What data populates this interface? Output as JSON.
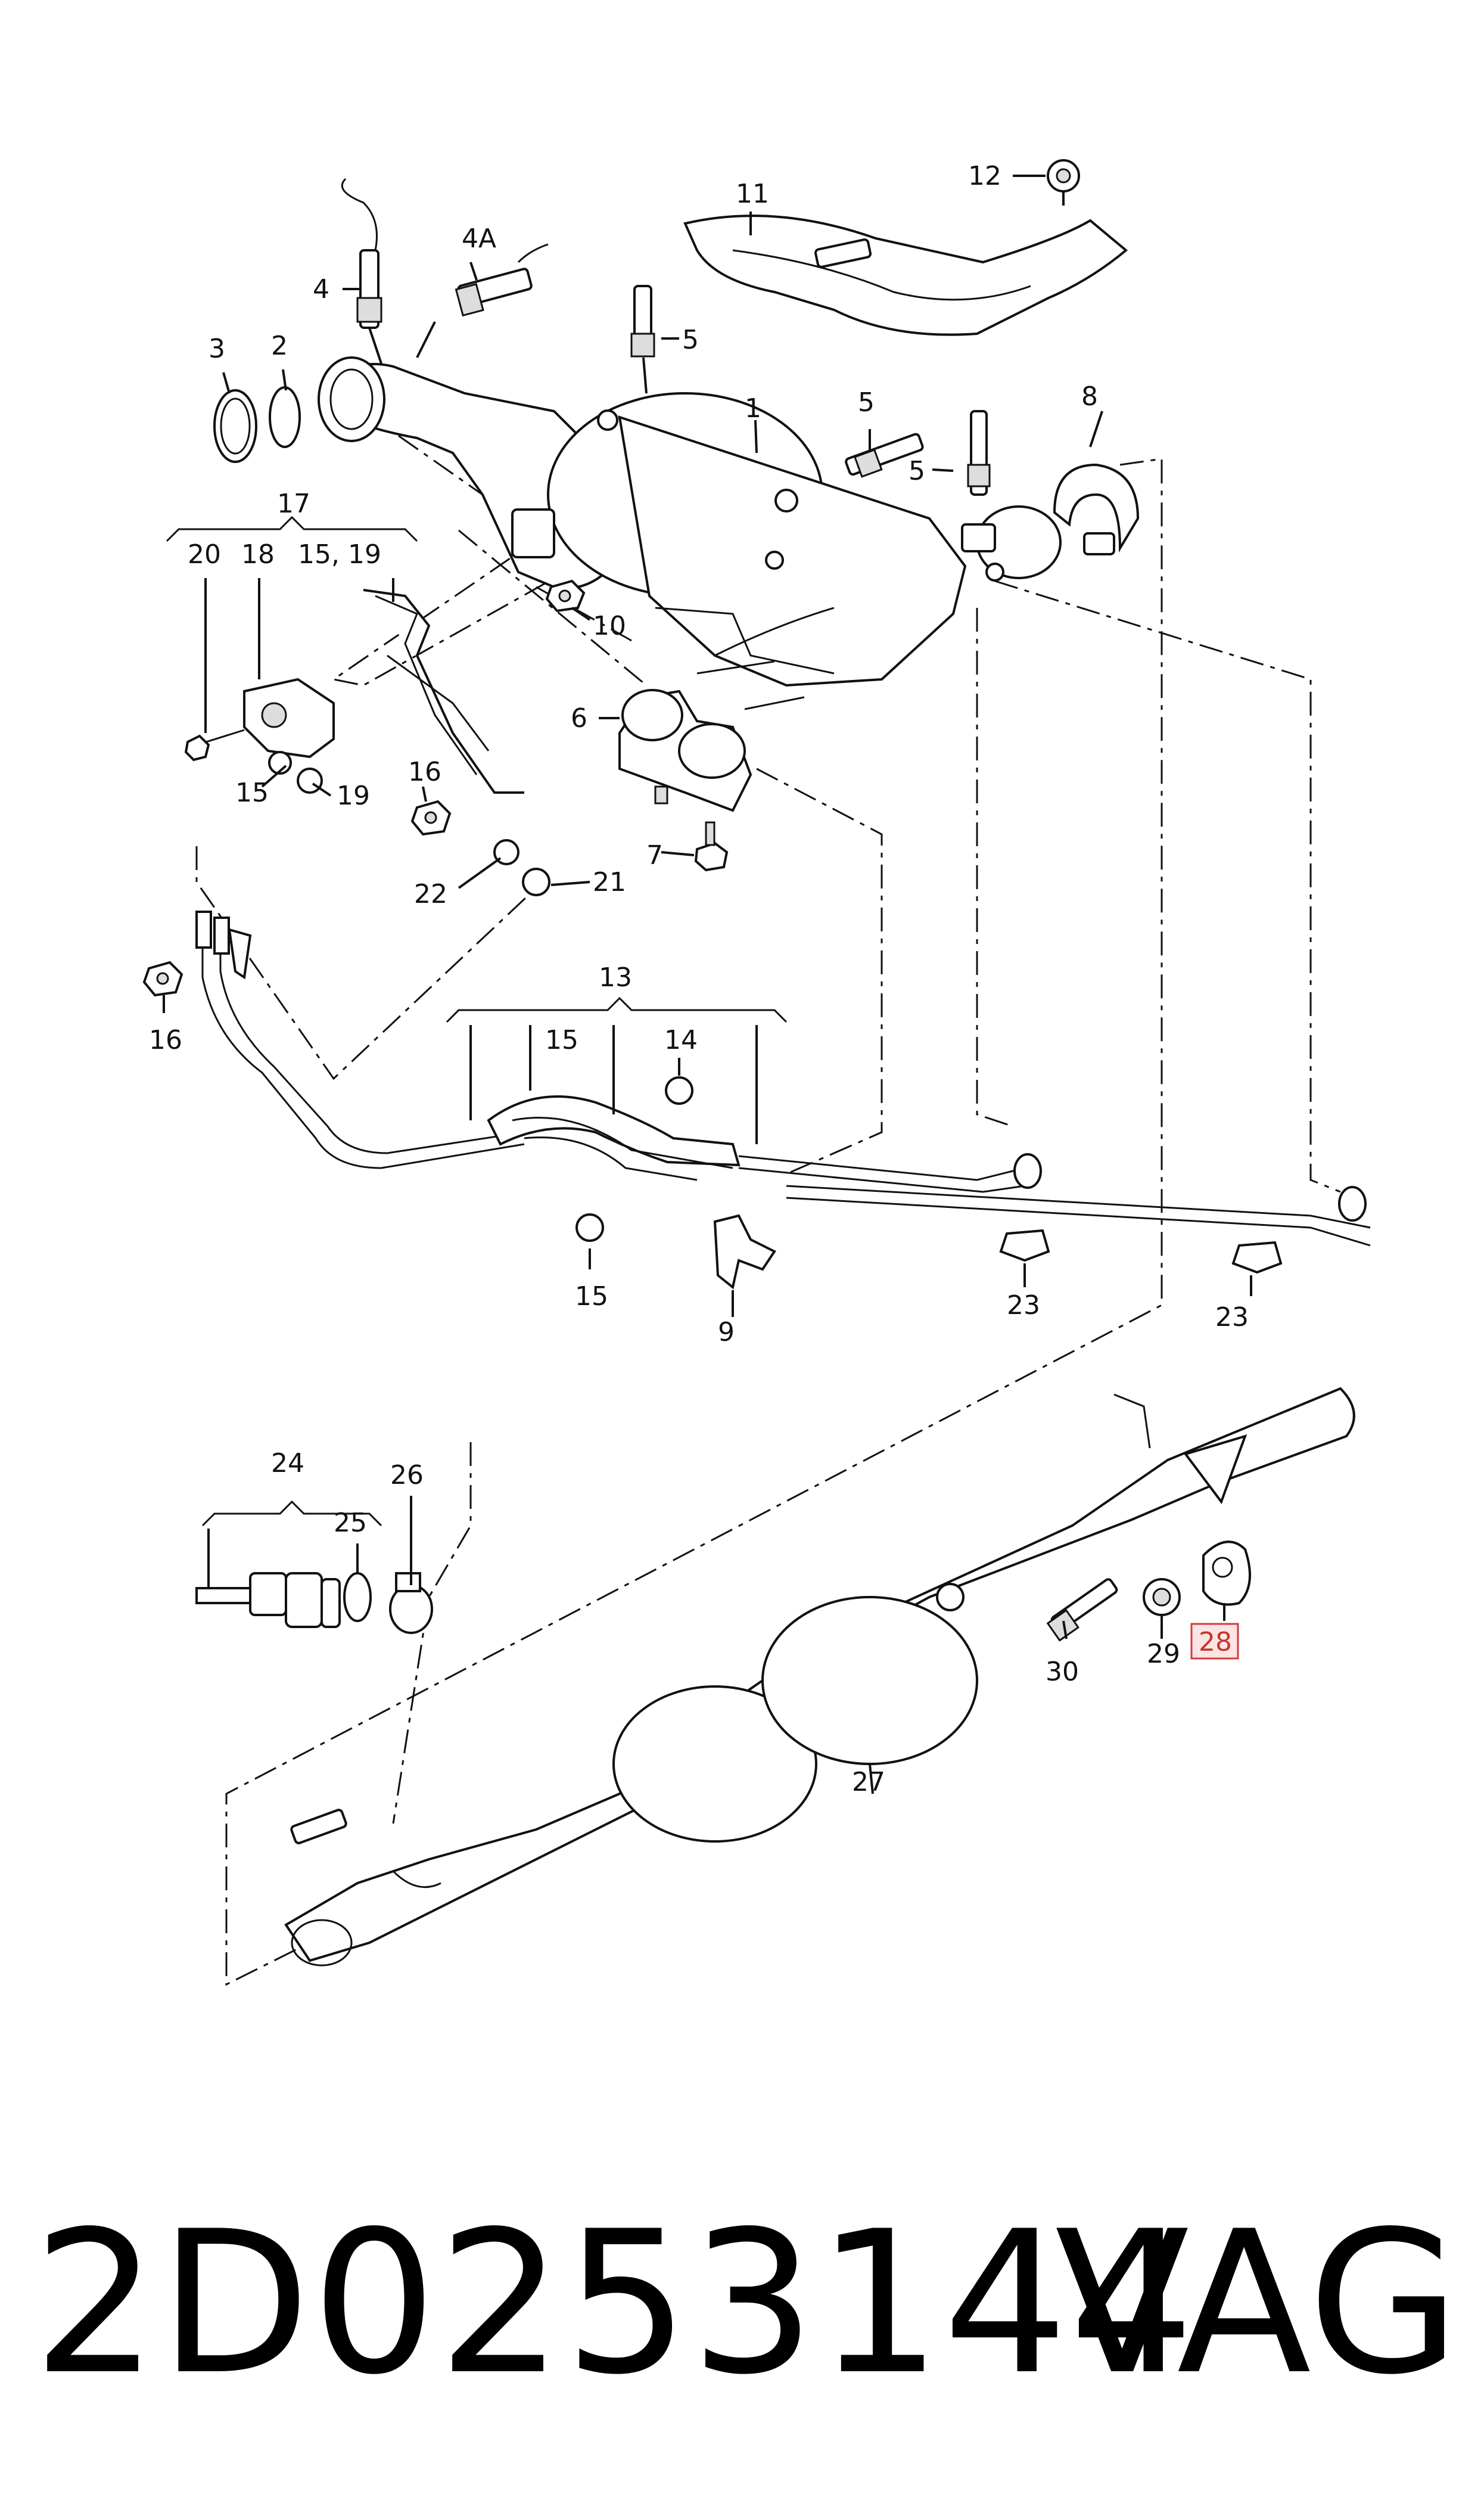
{
  "labels": {
    "l1": "1",
    "l2": "2",
    "l3": "3",
    "l4": "4",
    "l4a": "4A",
    "l5a": "5",
    "l5b": "5",
    "l5c": "5",
    "l6": "6",
    "l7": "7",
    "l8": "8",
    "l9": "9",
    "l10": "10",
    "l11": "11",
    "l12": "12",
    "l13": "13",
    "l14": "14",
    "l15a": "15",
    "l15b": "15",
    "l15c": "15",
    "l15_19": "15, 19",
    "l16a": "16",
    "l16b": "16",
    "l17": "17",
    "l18": "18",
    "l19": "19",
    "l20": "20",
    "l21": "21",
    "l22": "22",
    "l23a": "23",
    "l23b": "23",
    "l24": "24",
    "l25": "25",
    "l26": "26",
    "l27": "27",
    "l28": "28",
    "l29": "29",
    "l30": "30"
  },
  "highlighted_label": "28",
  "highlight_color": "#d23b3b",
  "footer": {
    "part_number": "2D0253144",
    "brand": "VAG"
  }
}
